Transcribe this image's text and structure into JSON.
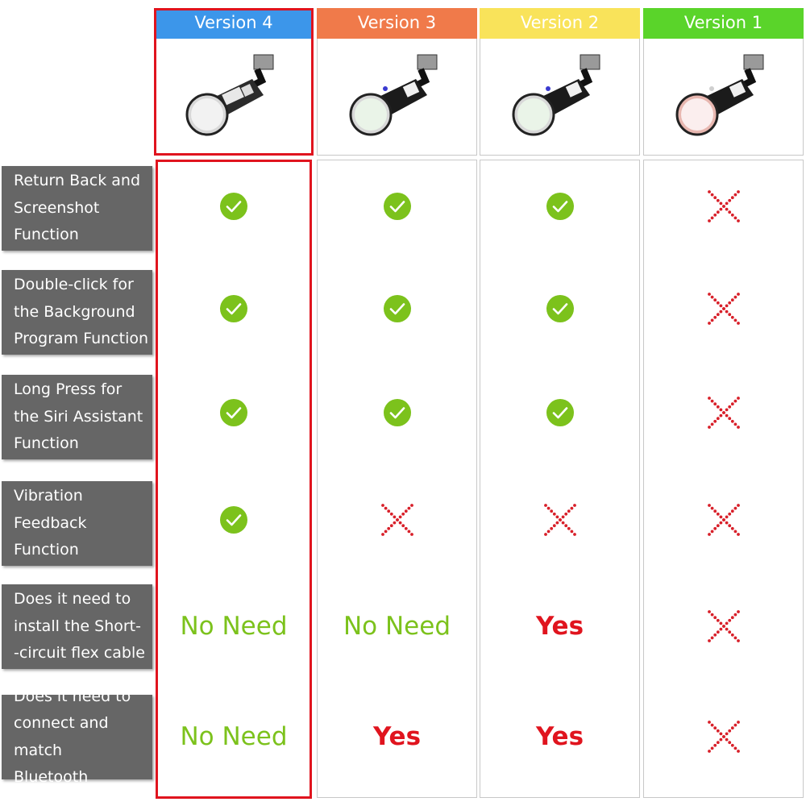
{
  "colors": {
    "accent_red": "#e0141e",
    "check_green": "#7cc21c",
    "cross_red": "#d8202a",
    "label_gray": "#666666",
    "text_green": "#7cc21c",
    "text_red": "#e0141e"
  },
  "columns": [
    {
      "label": "Version 4",
      "color": "#3c96ea",
      "selected": true
    },
    {
      "label": "Version 3",
      "color": "#f07a4a",
      "selected": false
    },
    {
      "label": "Version 2",
      "color": "#f9e35a",
      "selected": false
    },
    {
      "label": "Version 1",
      "color": "#5ad42a",
      "selected": false
    }
  ],
  "rows": [
    {
      "lines": [
        "Return Back and",
        "Screenshot",
        "Function"
      ],
      "cells": [
        "check",
        "check",
        "check",
        "cross"
      ]
    },
    {
      "lines": [
        "Double-click for",
        "the Background",
        "Program Function"
      ],
      "cells": [
        "check",
        "check",
        "check",
        "cross"
      ]
    },
    {
      "lines": [
        "Long Press for",
        "the Siri Assistant",
        "Function"
      ],
      "cells": [
        "check",
        "check",
        "check",
        "cross"
      ]
    },
    {
      "lines": [
        "Vibration",
        "Feedback",
        "Function"
      ],
      "cells": [
        "check",
        "cross",
        "cross",
        "cross"
      ]
    },
    {
      "lines": [
        "Does it need to",
        "install the Short-",
        "-circuit flex cable"
      ],
      "cells": [
        "No Need",
        "No Need",
        "Yes",
        "cross"
      ]
    },
    {
      "lines": [
        "Does it need to",
        "connect and match",
        "Bluetooth"
      ],
      "cells": [
        "No Need",
        "Yes",
        "Yes",
        "cross"
      ]
    }
  ],
  "icons": {
    "check": "check-circle-icon",
    "cross": "cross-icon"
  }
}
